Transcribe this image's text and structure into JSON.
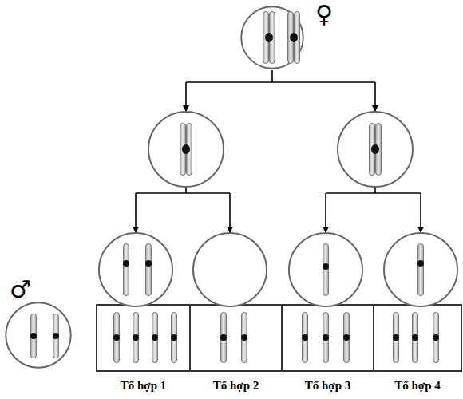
{
  "diagram": {
    "nodes": [
      {
        "text": [
          "♀"
        ]
      },
      {
        "text": [
          "♂"
        ]
      },
      {
        "text": [
          "Tổ hợp 1"
        ]
      },
      {
        "text": [
          "Tổ hợp 2"
        ]
      },
      {
        "text": [
          "Tổ hợp 3"
        ]
      },
      {
        "text": [
          "Tổ hợp 4"
        ]
      }
    ]
  }
}
